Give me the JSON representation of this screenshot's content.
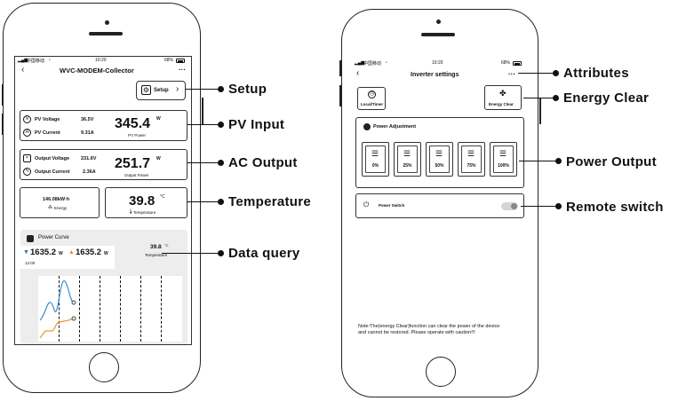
{
  "left_phone": {
    "status": {
      "carrier": "中国移动",
      "time": "10:20",
      "battery": "68%"
    },
    "header": {
      "back_icon": "chevron-left-icon",
      "title": "WVC-MODEM-Collector",
      "more_label": "···"
    },
    "setup": {
      "label": "Setup",
      "icon": "gear-icon"
    },
    "pv_input": {
      "voltage_label": "PV Voltage",
      "voltage_value": "36.5V",
      "current_label": "PV Current",
      "current_value": "9.31A",
      "power_value": "345.4",
      "power_unit": "W",
      "power_label": "PV Power"
    },
    "ac_output": {
      "voltage_label": "Output Voltage",
      "voltage_value": "231.6V",
      "current_label": "Output Current",
      "current_value": "2.36A",
      "power_value": "251.7",
      "power_unit": "W",
      "power_label": "Output Power"
    },
    "energy": {
      "value": "146.08kW·h",
      "label": "Energy"
    },
    "temperature": {
      "value": "39.8",
      "unit": "°C",
      "label": "Temperature"
    },
    "power_curve": {
      "title": "Power Curve",
      "value_a": "1635.2",
      "unit_a": "W",
      "value_b": "1635.2",
      "unit_b": "W",
      "time": "12:00",
      "temp_value": "39.8",
      "temp_unit": "°C",
      "temp_label": "Temperature"
    }
  },
  "right_phone": {
    "status": {
      "carrier": "中国移动",
      "time": "10:20",
      "battery": "68%"
    },
    "header": {
      "back_icon": "chevron-left-icon",
      "title": "Inverter settings",
      "more_label": "···"
    },
    "local_timer": {
      "label": "Local/Timer",
      "icon": "clock-icon"
    },
    "energy_clear": {
      "label": "Energy Clear",
      "icon": "fan-icon"
    },
    "power_adjustment": {
      "title": "Power Adjustment",
      "options": [
        "0%",
        "25%",
        "50%",
        "75%",
        "100%"
      ]
    },
    "power_switch": {
      "label": "Power Switch"
    },
    "note": "Note:The(energy Clear)function can clear the power of the device and cannot be restored. Please operate with caution!!!"
  },
  "callouts": {
    "setup": "Setup",
    "pv_input": "PV Input",
    "ac_output": "AC Output",
    "temperature": "Temperature",
    "data_query": "Data query",
    "attributes": "Attributes",
    "energy_clear": "Energy Clear",
    "power_output": "Power Output",
    "remote_switch": "Remote switch"
  },
  "colors": {
    "curve_blue": "#3a8fd0",
    "curve_orange": "#e59a2b",
    "accent_blue": "#2d6fb6",
    "accent_orange": "#e8901c"
  }
}
